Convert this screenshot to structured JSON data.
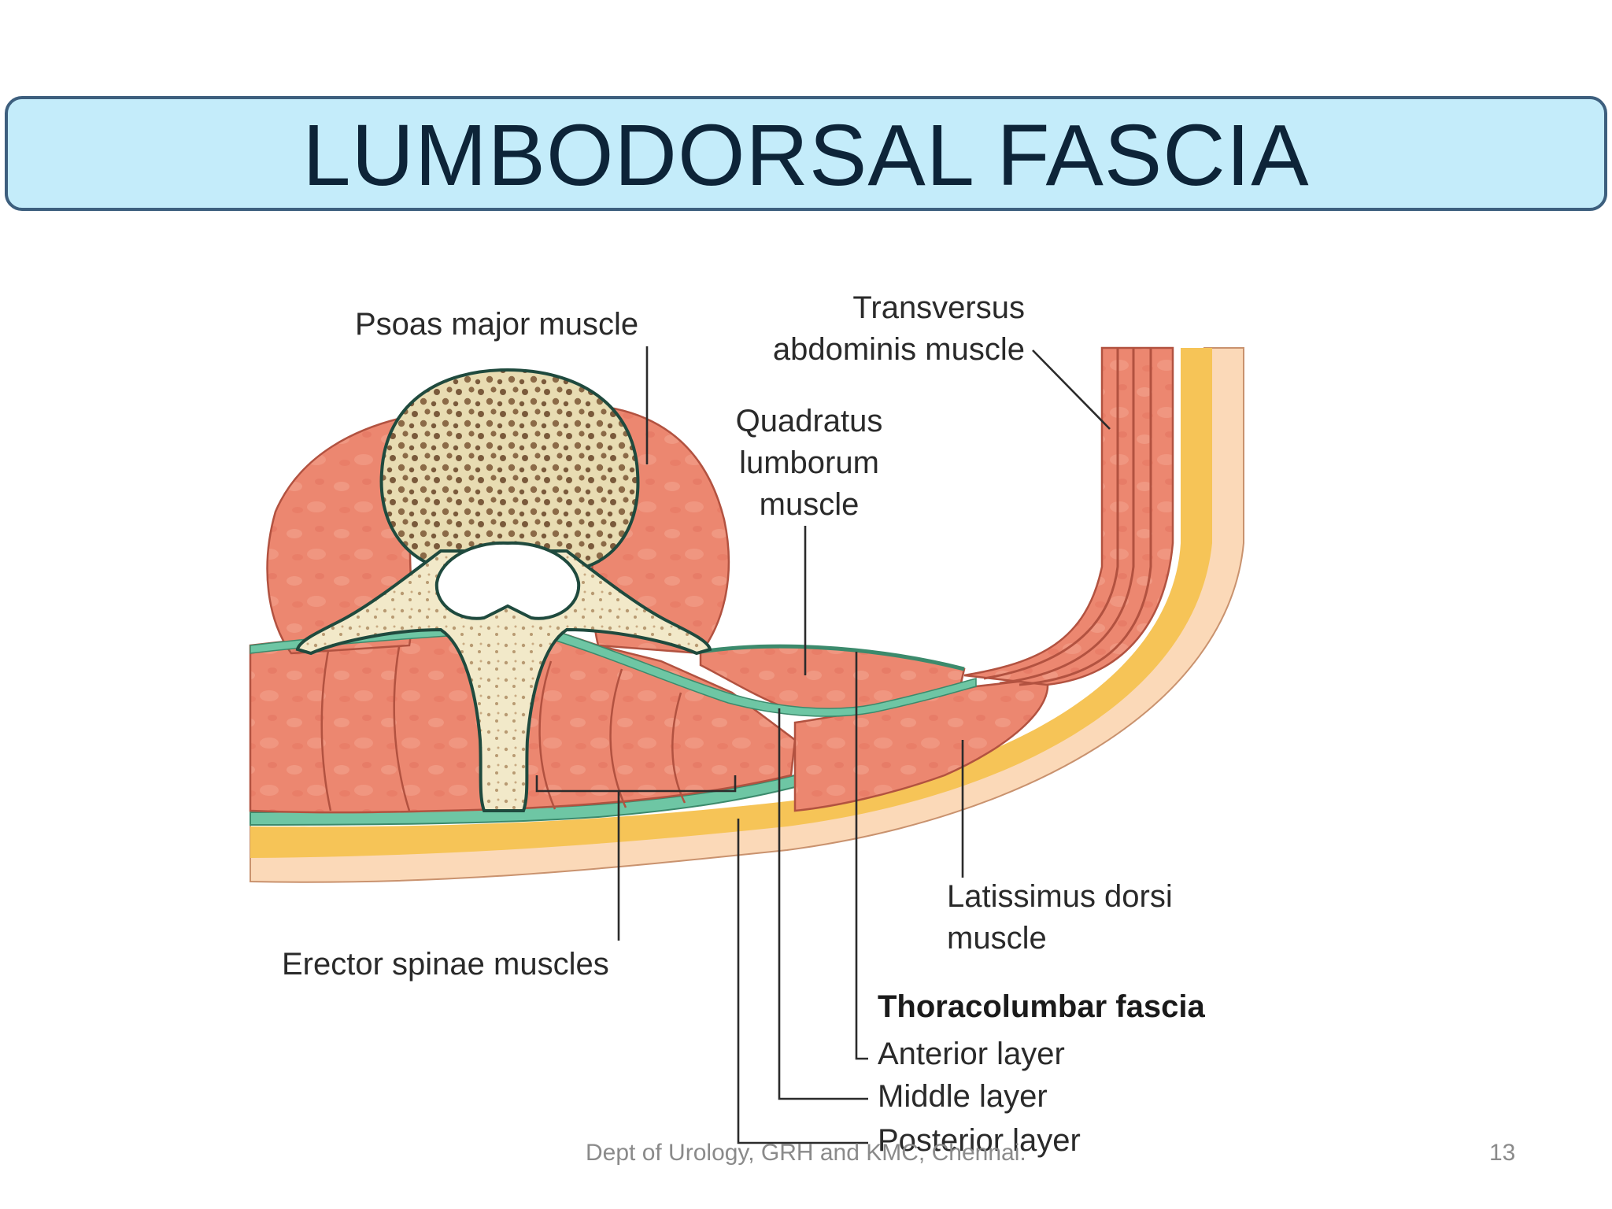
{
  "slide": {
    "title": "LUMBODORSAL FASCIA",
    "footer_credit": "Dept of Urology, GRH and KMC, Chennai.",
    "page_number": "13"
  },
  "diagram": {
    "labels": {
      "psoas": "Psoas major muscle",
      "transversus_1": "Transversus",
      "transversus_2": "abdominis muscle",
      "quadratus_1": "Quadratus",
      "quadratus_2": "lumborum",
      "quadratus_3": "muscle",
      "erector": "Erector spinae muscles",
      "latissimus_1": "Latissimus dorsi",
      "latissimus_2": "muscle",
      "thoracolumbar": "Thoracolumbar fascia",
      "anterior": "Anterior layer",
      "middle": "Middle layer",
      "posterior": "Posterior layer"
    },
    "colors": {
      "muscle": "#ec8770",
      "muscle_outline": "#b25240",
      "fascia": "#6ec6a4",
      "fat": "#f6c457",
      "skin": "#fbd9b8",
      "bone": "#f2e9c9",
      "bone_spongy": "#8b6a47"
    }
  }
}
